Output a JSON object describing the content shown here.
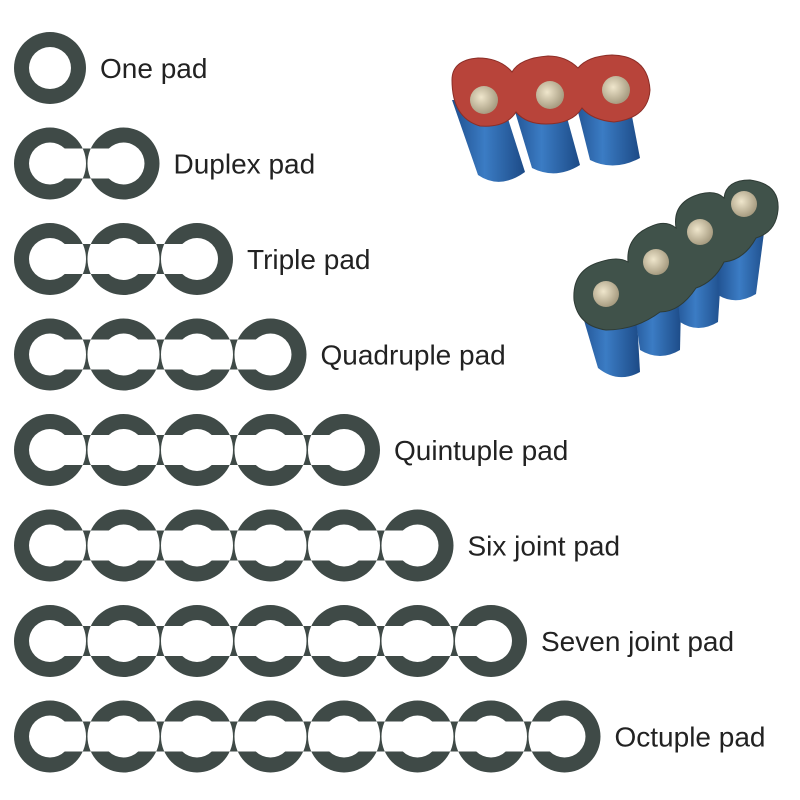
{
  "colors": {
    "background": "#ffffff",
    "pad": "#3f4a47",
    "label": "#222222",
    "red_paper": "#b8443a",
    "green_paper": "#40524a",
    "cell_blue": "#2b63a8",
    "contact": "#c9bfa6"
  },
  "rows": [
    {
      "label": "One pad",
      "count": 1
    },
    {
      "label": "Duplex pad",
      "count": 2
    },
    {
      "label": "Triple pad",
      "count": 3
    },
    {
      "label": "Quadruple pad",
      "count": 4
    },
    {
      "label": "Quintuple pad",
      "count": 5
    },
    {
      "label": "Six joint pad",
      "count": 6
    },
    {
      "label": "Seven joint pad",
      "count": 7
    },
    {
      "label": "Octuple pad",
      "count": 8
    }
  ],
  "photos": [
    {
      "name": "red-pad-battery-pack",
      "cells": 3,
      "paper": "red"
    },
    {
      "name": "green-pad-battery-pack",
      "cells": 4,
      "paper": "green"
    }
  ]
}
